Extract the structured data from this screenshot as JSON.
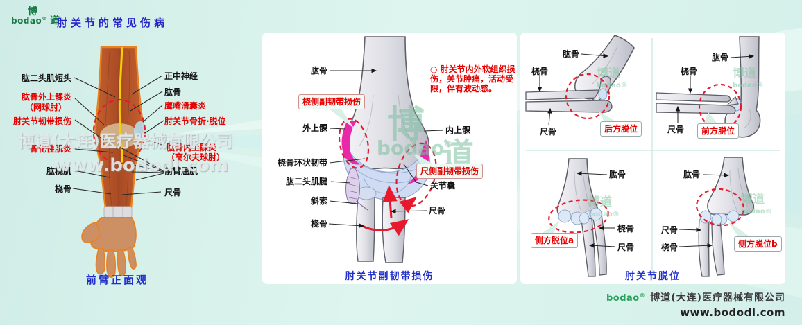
{
  "colors": {
    "background_cyan": "#d8f0ea",
    "title_blue": "#2424cc",
    "caption_blue": "#2130cc",
    "injury_red": "#e60000",
    "dashed_circle_red": "#e8192c",
    "ligament_magenta": "#e628a6",
    "brand_green": "#157a45",
    "label_black": "#151515"
  },
  "header": {
    "title": "肘关节的常见伤病",
    "logo": {
      "cn_top": "博",
      "latin": "bodao",
      "reg": "®",
      "cn_right": "道"
    }
  },
  "watermarks": {
    "company": "博道(大连)医疗器械有限公司",
    "url": "www.bododl.com",
    "logo_cn_top": "博",
    "logo_latin": "bodao",
    "logo_reg": "®",
    "logo_cn_right": "道",
    "logo_cn_pair": "博道"
  },
  "left_panel": {
    "caption": "前臂正面观",
    "labels": {
      "biceps_short_head": "肱二头肌短头",
      "lateral_epicondylitis_line1": "肱骨外上髁炎",
      "lateral_epicondylitis_line2": "（网球肘）",
      "ligament_injury": "肘关节韧带损伤",
      "myositis_ossificans": "骨化性肌炎",
      "brachioradialis": "肱桡肌",
      "radius": "桡骨",
      "median_nerve": "正中神经",
      "humerus": "肱骨",
      "olecranon_bursitis": "鹰嘴滑囊炎",
      "fracture_dislocation": "肘关节骨折·脱位",
      "medial_epicondylitis_line1": "肱骨内上髁炎",
      "medial_epicondylitis_line2": "（高尔夫球肘）",
      "forearm_flexors": "前臂屈肌",
      "ulna": "尺骨"
    }
  },
  "middle_panel": {
    "caption": "肘关节副韧带损伤",
    "note": "○ 肘关节内外软组织损伤，关节肿痛，活动受限，伴有波动感。",
    "labels": {
      "humerus": "肱骨",
      "lateral_epicondyle": "外上髁",
      "annular_ligament": "桡骨环状韧带",
      "biceps_tendon": "肱二头肌腱",
      "oblique_cord": "斜索",
      "radius": "桡骨",
      "medial_epicondyle": "内上髁",
      "joint_capsule": "关节囊",
      "ulna": "尺骨"
    },
    "callouts": {
      "radial_collateral_injury": "桡侧副韧带损伤",
      "ulnar_collateral_injury": "尺侧副韧带损伤"
    }
  },
  "right_panel": {
    "caption": "肘关节脱位",
    "quadrants": [
      {
        "callout": "后方脱位",
        "labels": {
          "humerus": "肱骨",
          "radius": "桡骨",
          "ulna": "尺骨"
        }
      },
      {
        "callout": "前方脱位",
        "labels": {
          "humerus": "肱骨",
          "radius": "桡骨",
          "ulna": "尺骨"
        }
      },
      {
        "callout": "侧方脱位a",
        "labels": {
          "humerus": "肱骨",
          "radius": "桡骨",
          "ulna": "尺骨"
        }
      },
      {
        "callout": "侧方脱位b",
        "labels": {
          "humerus": "肱骨",
          "radius": "桡骨",
          "ulna": "尺骨"
        }
      }
    ]
  },
  "footer": {
    "logo_latin": "bodao",
    "logo_reg": "®",
    "company": "博道(大连)医疗器械有限公司",
    "url": "www.bododl.com"
  }
}
